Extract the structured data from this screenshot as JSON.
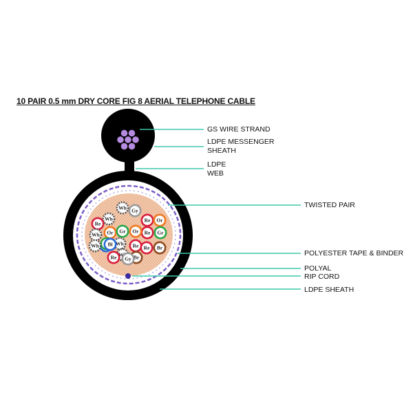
{
  "title": "10 PAIR 0.5 mm  DRY CORE FIG 8 AERIAL TELEPHONE CABLE",
  "labels": {
    "gs_wire_strand": "GS WIRE STRAND",
    "ldpe_messenger_sheath_1": "LDPE MESSENGER",
    "ldpe_messenger_sheath_2": "SHEATH",
    "ldpe_web_1": "LDPE",
    "ldpe_web_2": "WEB",
    "twisted_pair": "TWISTED PAIR",
    "polyester_tape_binder": "POLYESTER TAPE & BINDER",
    "polyal": "POLYAL",
    "rip_cord": "RIP CORD",
    "ldpe_sheath": "LDPE SHEATH"
  },
  "colors": {
    "sheath": "#000000",
    "leader": "#3cc8a8",
    "core_fill": "#f2c3a0",
    "strand": "#b58be0",
    "binder": "#7a5cc8",
    "rip_cord": "#3a2aa0"
  },
  "conductors": [
    {
      "code": "Wh",
      "ring": "#555555",
      "dashed": true
    },
    {
      "code": "Gy",
      "ring": "#9a9a9a",
      "dashed": false
    },
    {
      "code": "Wh",
      "ring": "#555555",
      "dashed": true
    },
    {
      "code": "Or",
      "ring": "#f07820",
      "dashed": false
    },
    {
      "code": "Re",
      "ring": "#d81e3c",
      "dashed": false
    },
    {
      "code": "Bl",
      "ring": "#2a6ad8",
      "dashed": false
    },
    {
      "code": "Gr",
      "ring": "#2aa84a",
      "dashed": false
    },
    {
      "code": "Wh",
      "ring": "#555555",
      "dashed": true
    },
    {
      "code": "Re",
      "ring": "#d81e3c",
      "dashed": false
    },
    {
      "code": "Or",
      "ring": "#f07820",
      "dashed": false
    },
    {
      "code": "Re",
      "ring": "#d81e3c",
      "dashed": false
    },
    {
      "code": "Gr",
      "ring": "#2aa84a",
      "dashed": false
    },
    {
      "code": "Wh",
      "ring": "#555555",
      "dashed": true
    },
    {
      "code": "Or",
      "ring": "#f07820",
      "dashed": false
    },
    {
      "code": "Re",
      "ring": "#d81e3c",
      "dashed": false
    },
    {
      "code": "Gr",
      "ring": "#2aa84a",
      "dashed": false
    },
    {
      "code": "Wh",
      "ring": "#555555",
      "dashed": true
    },
    {
      "code": "Bl",
      "ring": "#2a6ad8",
      "dashed": false
    },
    {
      "code": "Wh",
      "ring": "#555555",
      "dashed": true
    },
    {
      "code": "Br",
      "ring": "#8a4a20",
      "dashed": false
    },
    {
      "code": "Re",
      "ring": "#d81e3c",
      "dashed": false
    },
    {
      "code": "Br",
      "ring": "#8a4a20",
      "dashed": false
    },
    {
      "code": "Re",
      "ring": "#d81e3c",
      "dashed": false
    },
    {
      "code": "Gy",
      "ring": "#9a9a9a",
      "dashed": false
    }
  ]
}
